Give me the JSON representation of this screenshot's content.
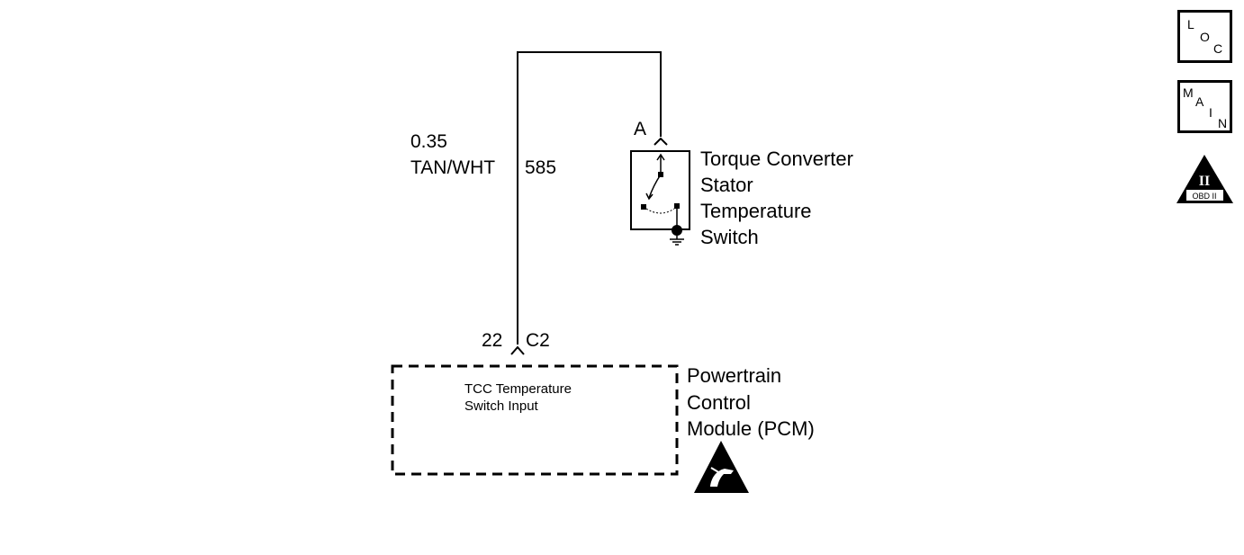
{
  "wire": {
    "gauge": "0.35",
    "color": "TAN/WHT",
    "circuit": "585"
  },
  "switch_component": {
    "connector_pin": "A",
    "name_lines": [
      "Torque Converter",
      "Stator",
      "Temperature",
      "Switch"
    ]
  },
  "pcm_component": {
    "pin": "22",
    "connector": "C2",
    "input_lines": [
      "TCC Temperature",
      "Switch Input"
    ],
    "name_lines": [
      "Powertrain",
      "Control",
      "Module (PCM)"
    ]
  },
  "nav": {
    "loc_letters": [
      "L",
      "O",
      "C"
    ],
    "main_letters": [
      "M",
      "A",
      "I",
      "N"
    ],
    "obd_roman": "II",
    "obd_label": "OBD II"
  },
  "icons": {
    "esd": "esd-warning-icon",
    "ground": "ground-icon",
    "obd": "obd-ii-icon"
  }
}
